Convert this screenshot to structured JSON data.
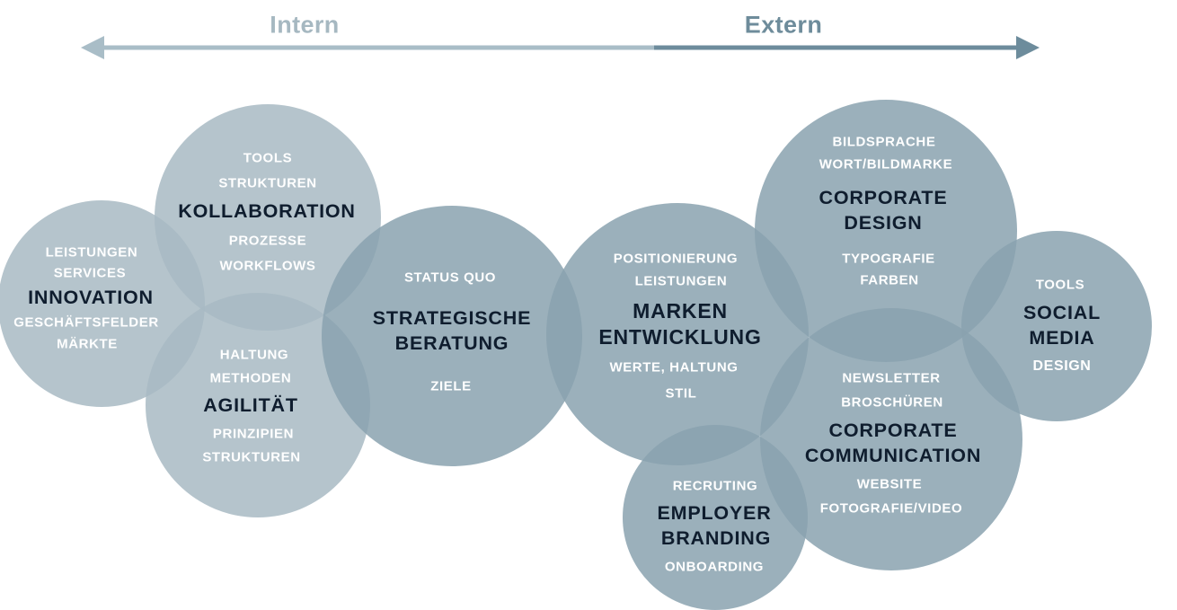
{
  "colors": {
    "internal_circle": "#a8bac3",
    "external_circle": "#8aa2af",
    "title_text": "#0f1d2e",
    "keyword_text": "#ffffff",
    "arrow_left": "#a9bdc7",
    "arrow_right": "#6d8c9c",
    "intern_label": "#a6b8c1",
    "extern_label": "#6e8c9b"
  },
  "axis": {
    "left_label": "Intern",
    "right_label": "Extern"
  },
  "circles": {
    "innovation": {
      "title": "INNOVATION",
      "keywords": [
        "LEISTUNGEN",
        "SERVICES",
        "GESCHÄFTSFELDER",
        "MÄRKTE"
      ]
    },
    "kollaboration": {
      "title": "KOLLABORATION",
      "keywords": [
        "TOOLS",
        "STRUKTUREN",
        "PROZESSE",
        "WORKFLOWS"
      ]
    },
    "agilitaet": {
      "title": "AGILITÄT",
      "keywords": [
        "HALTUNG",
        "METHODEN",
        "PRINZIPIEN",
        "STRUKTUREN"
      ]
    },
    "strategische_beratung": {
      "title_lines": [
        "STRATEGISCHE",
        "BERATUNG"
      ],
      "keywords": [
        "STATUS QUO",
        "ZIELE"
      ]
    },
    "markenentwicklung": {
      "title_lines": [
        "MARKEN",
        "ENTWICKLUNG"
      ],
      "keywords": [
        "POSITIONIERUNG",
        "LEISTUNGEN",
        "WERTE, HALTUNG",
        "STIL"
      ]
    },
    "corporate_design": {
      "title_lines": [
        "CORPORATE",
        "DESIGN"
      ],
      "keywords": [
        "BILDSPRACHE",
        "WORT/BILDMARKE",
        "TYPOGRAFIE",
        "FARBEN"
      ]
    },
    "social_media": {
      "title_lines": [
        "SOCIAL",
        "MEDIA"
      ],
      "keywords": [
        "TOOLS",
        "DESIGN"
      ]
    },
    "corporate_communication": {
      "title_lines": [
        "CORPORATE",
        "COMMUNICATION"
      ],
      "keywords": [
        "NEWSLETTER",
        "BROSCHÜREN",
        "WEBSITE",
        "FOTOGRAFIE/VIDEO"
      ]
    },
    "employer_branding": {
      "title_lines": [
        "EMPLOYER",
        "BRANDING"
      ],
      "keywords": [
        "RECRUTING",
        "ONBOARDING"
      ]
    }
  }
}
